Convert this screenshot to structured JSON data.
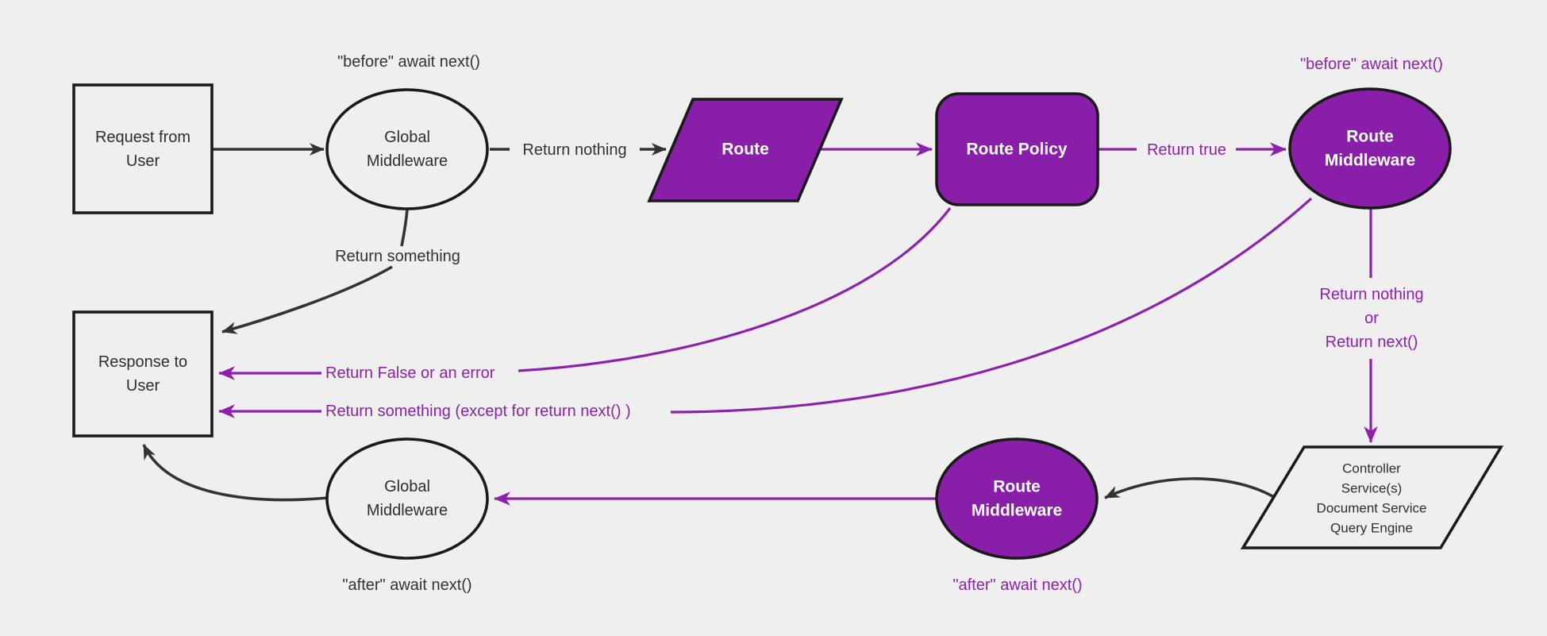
{
  "diagram": {
    "type": "flowchart",
    "colors": {
      "background": "#efefef",
      "node_fill_purple": "#891fa8",
      "node_fill_light": "#efefef",
      "node_border": "#1a1a1a",
      "edge_dark": "#333333",
      "edge_purple": "#8c21ac",
      "text_dark": "#2e2e2e",
      "text_white": "#ffffff"
    },
    "nodes": {
      "request_from_user": {
        "shape": "rectangle",
        "line1": "Request from",
        "line2": "User"
      },
      "global_middleware_top": {
        "shape": "ellipse",
        "line1": "Global",
        "line2": "Middleware"
      },
      "route": {
        "shape": "parallelogram",
        "label": "Route"
      },
      "route_policy": {
        "shape": "rounded-rectangle",
        "label": "Route Policy"
      },
      "route_middleware_top": {
        "shape": "ellipse",
        "line1": "Route",
        "line2": "Middleware"
      },
      "response_to_user": {
        "shape": "rectangle",
        "line1": "Response to",
        "line2": "User"
      },
      "controller_block": {
        "shape": "parallelogram",
        "line1": "Controller",
        "line2": "Service(s)",
        "line3": "Document Service",
        "line4": "Query Engine"
      },
      "route_middleware_bottom": {
        "shape": "ellipse",
        "line1": "Route",
        "line2": "Middleware"
      },
      "global_middleware_bottom": {
        "shape": "ellipse",
        "line1": "Global",
        "line2": "Middleware"
      }
    },
    "labels": {
      "before_await_top_left": "\"before\" await next()",
      "return_nothing": "Return nothing",
      "return_something": "Return something",
      "return_true": "Return true",
      "before_await_top_right": "\"before\" await next()",
      "return_nothing_or_line1": "Return nothing",
      "return_nothing_or_line2": "or",
      "return_nothing_or_line3": "Return next()",
      "return_false_or_error": "Return False or an error",
      "return_something_except": "Return something (except for return next() )",
      "after_await_bottom_middle": "\"after\" await next()",
      "after_await_bottom_left": "\"after\" await next()"
    }
  }
}
